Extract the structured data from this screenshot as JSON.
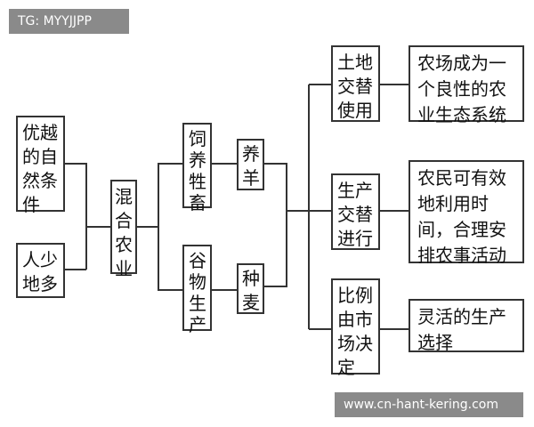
{
  "watermarks": {
    "top": "TG: MYYJJPP",
    "bottom": "www.cn-hant-kering.com"
  },
  "nodes": {
    "natural_conditions": "优越的自然条件",
    "sparse_land": "人少地多",
    "mixed_agriculture": "混合农业",
    "livestock_feed": "饲养牲畜",
    "grain_production": "谷物生产",
    "raise_sheep": "养羊",
    "grow_wheat": "种麦",
    "land_rotation": "土地交替使用",
    "production_rotation": "生产交替进行",
    "market_ratio": "比例由市场决定",
    "ecosystem": "农场成为一个良性的农业生态系统",
    "farmer_time": "农民可有效地利用时间，合理安排农事活动",
    "flexible_choice": "灵活的生产选择"
  }
}
